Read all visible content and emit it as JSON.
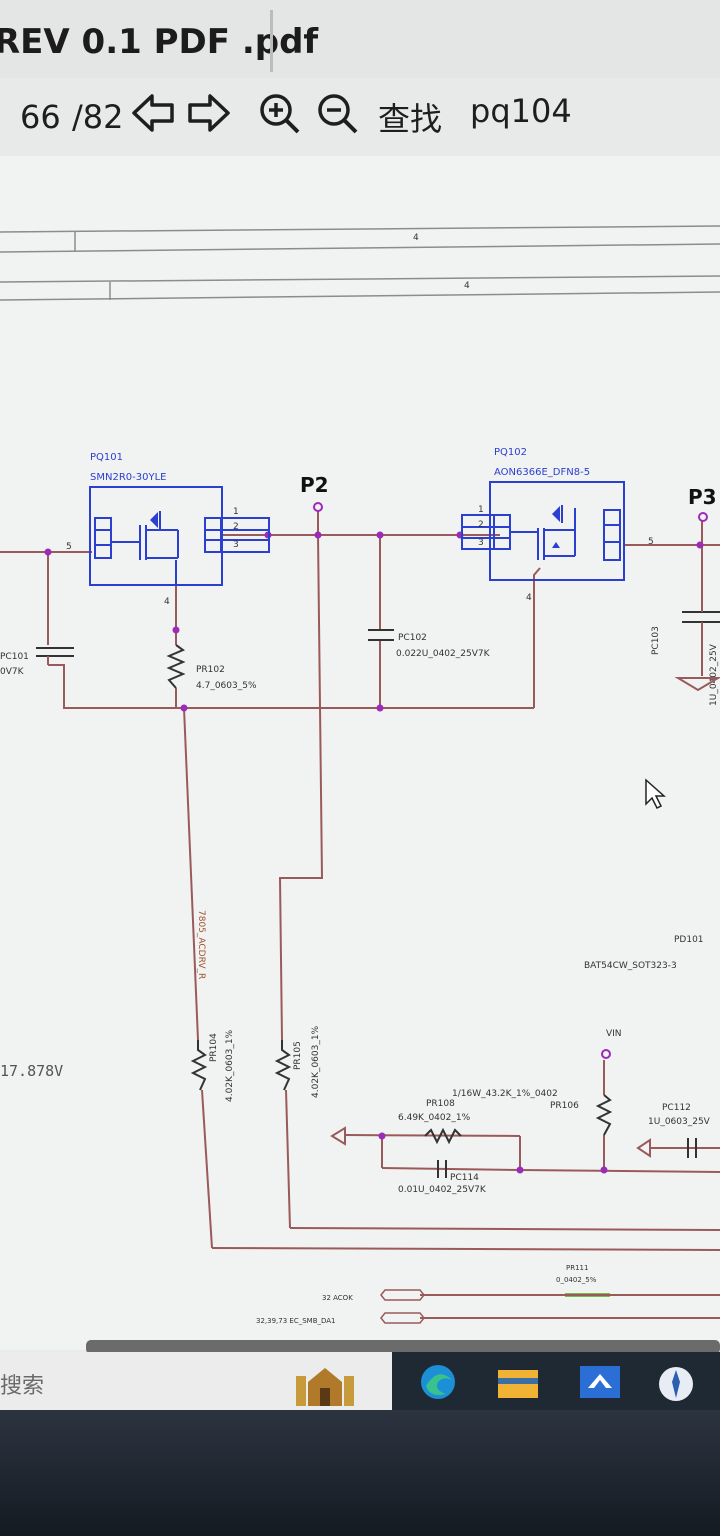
{
  "window": {
    "title": "REV 0.1 PDF .pdf"
  },
  "toolbar": {
    "page_current": "66",
    "page_total": "/82",
    "find_label": "查找",
    "search_value": "pq104"
  },
  "schematic": {
    "sheet_marks": [
      "4",
      "4"
    ],
    "ports": [
      "P2",
      "P3"
    ],
    "pq101": {
      "ref": "PQ101",
      "value": "SMN2R0-30YLE",
      "pins": [
        "1",
        "2",
        "3",
        "4",
        "5"
      ]
    },
    "pq102": {
      "ref": "PQ102",
      "value": "AON6366E_DFN8-5",
      "pins": [
        "1",
        "2",
        "3",
        "4",
        "5"
      ]
    },
    "pc101": {
      "ref": "PC101",
      "value": "0V7K"
    },
    "pr102": {
      "ref": "PR102",
      "value": "4.7_0603_5%"
    },
    "pc102": {
      "ref": "PC102",
      "value": "0.022U_0402_25V7K"
    },
    "pc103": {
      "ref": "PC103",
      "value": "1U_0402_25V"
    },
    "acdrv": "7805_ACDRV_R",
    "pr104": {
      "ref": "PR104",
      "value": "4.02K_0603_1%"
    },
    "pr105": {
      "ref": "PR105",
      "value": "4.02K_0603_1%"
    },
    "voltage": "17.878V",
    "pd101": {
      "ref": "PD101",
      "value": "BAT54CW_SOT323-3"
    },
    "vin": "VIN",
    "pr106": {
      "ref": "PR106",
      "value": "1/16W_43.2K_1%_0402"
    },
    "pr108": {
      "ref": "PR108",
      "value": "6.49K_0402_1%"
    },
    "pc114": {
      "ref": "PC114",
      "value": "0.01U_0402_25V7K"
    },
    "pc112": {
      "ref": "PC112",
      "value": "1U_0603_25V"
    },
    "pr111": {
      "ref": "PR111",
      "value": "0_0402_5%"
    },
    "net_acok": "32 ACOK",
    "net_smb": "32,39,73 EC_SMB_DA1"
  },
  "taskbar": {
    "search_placeholder": "搜索"
  },
  "colors": {
    "wire": "#9b5a5a",
    "part": "#2b3fd0",
    "junction": "#9c2bb8",
    "text": "#333333"
  }
}
